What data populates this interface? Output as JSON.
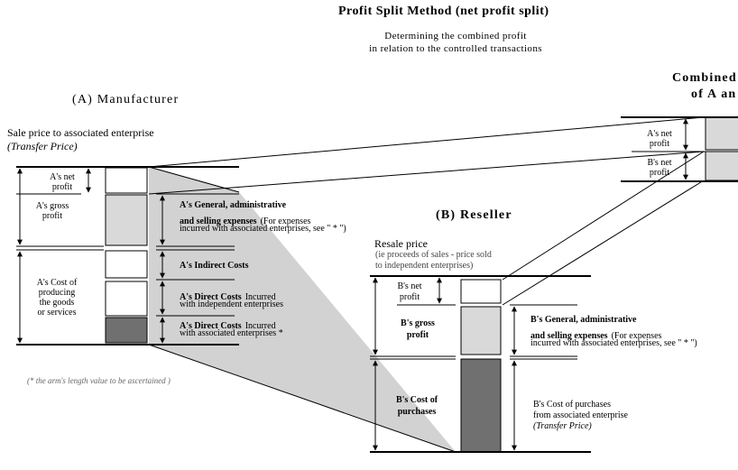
{
  "title": "Profit Split Method (net profit split)",
  "subtitle_line1": "Determining the combined profit",
  "subtitle_line2": "in relation to the controlled transactions",
  "combined_line1": "Combined",
  "combined_line2": "of A an",
  "manufacturer_heading": "(A)  Manufacturer",
  "sale_price_label": "Sale price to associated enterprise",
  "transfer_price_label": "(Transfer Price)",
  "a_net_profit_line1": "A's net",
  "a_net_profit_line2": "profit",
  "a_gross_profit_line1": "A's gross",
  "a_gross_profit_line2": "profit",
  "a_cost_line1": "A's Cost of",
  "a_cost_line2": "producing",
  "a_cost_line3": "the goods",
  "a_cost_line4": "or services",
  "a_ga_bold_line1": "A's General, administrative",
  "a_ga_bold_line2": "and selling expenses",
  "a_ga_paren": "(For expenses",
  "a_ga_line3": "incurred with associated enterprises, see \" * \")",
  "a_indirect": "A's Indirect Costs",
  "a_direct1_bold": "A's Direct Costs",
  "a_direct1_rest": "Incurred",
  "a_direct1_line2": "with independent enterprises",
  "a_direct2_bold": "A's Direct Costs",
  "a_direct2_rest": "Incurred",
  "a_direct2_line2": "with associated enterprises *",
  "footnote": "(*  the arm's length value to be ascertained )",
  "reseller_heading_bold": "(B)  Reseller",
  "resale_price_label": "Resale price",
  "resale_paren_line1": "(ie proceeds of sales - price sold",
  "resale_paren_line2": "to independent enterprises)",
  "b_net_profit_line1": "B's net",
  "b_net_profit_line2": "profit",
  "b_gross_profit_line1": "B's gross",
  "b_gross_profit_line2": "profit",
  "b_cost_line1": "B's Cost of",
  "b_cost_line2": "purchases",
  "b_ga_bold_line1": "B's General, administrative",
  "b_ga_bold_line2": "and selling expenses",
  "b_ga_paren": "(For expenses",
  "b_ga_line3": "incurred with associated enterprises, see \" * \")",
  "b_purchases_line1": "B's Cost of purchases",
  "b_purchases_line2": "from associated enterprise",
  "b_purchases_line3": "(Transfer Price)",
  "combined_a_net_line1": "A's net",
  "combined_a_net_line2": "profit",
  "combined_b_net_line1": "B's net",
  "combined_b_net_line2": "profit",
  "colors": {
    "light_fill": "#d9d9d9",
    "mid_fill": "#a6a6a6",
    "dark_fill": "#707070",
    "wedge_fill": "#d2d2d2",
    "line": "#000000"
  }
}
